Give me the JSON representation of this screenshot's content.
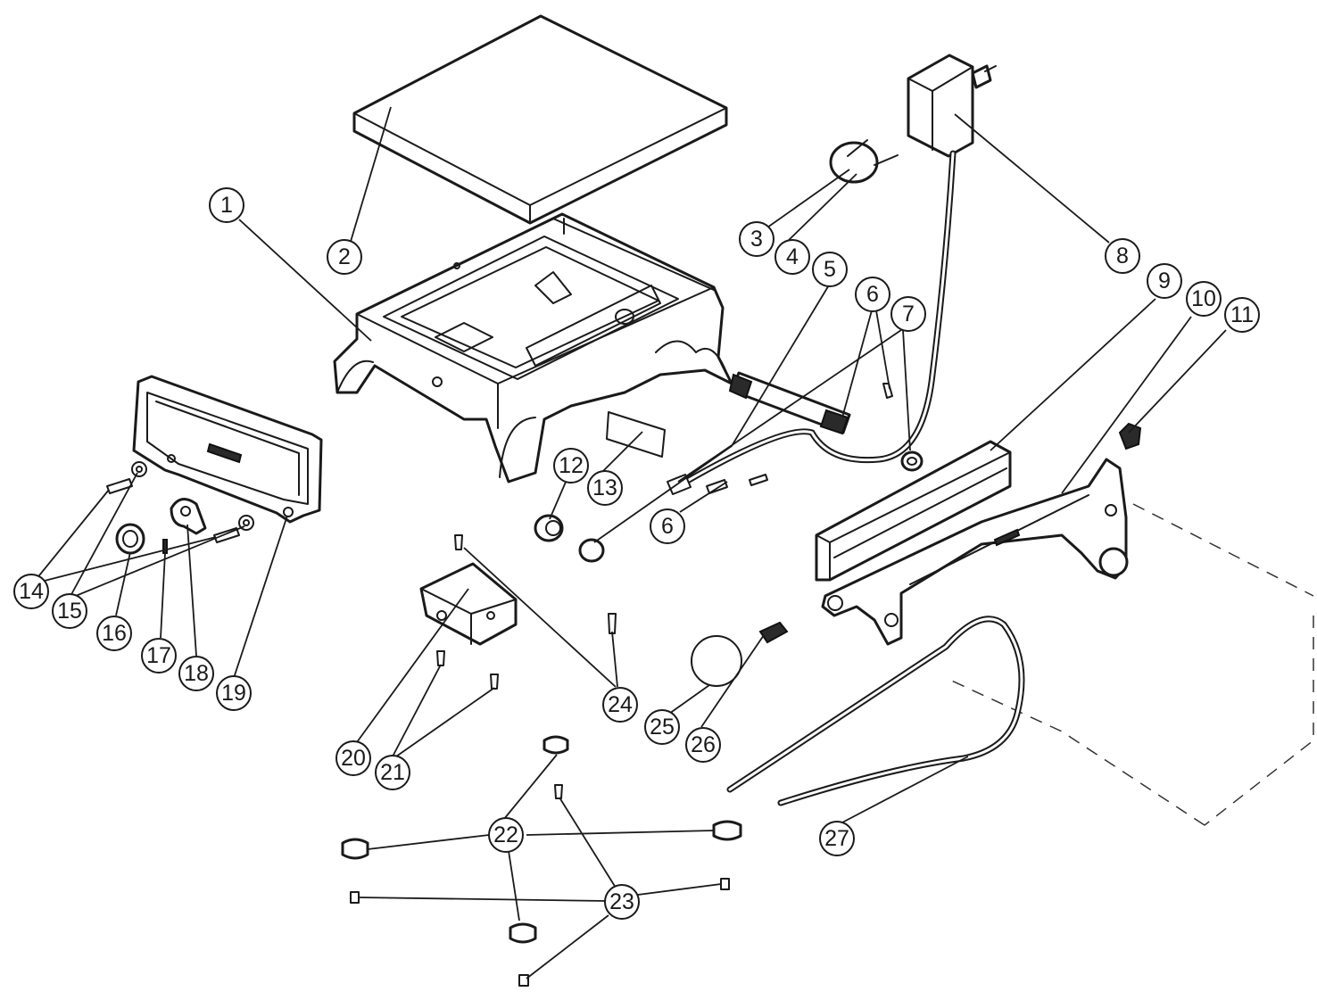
{
  "diagram": {
    "type": "exploded-parts-view",
    "part_numbers": [
      "1",
      "2",
      "3",
      "4",
      "5",
      "6",
      "7",
      "8",
      "9",
      "10",
      "11",
      "12",
      "13",
      "14",
      "15",
      "16",
      "17",
      "18",
      "19",
      "20",
      "21",
      "22",
      "23",
      "24",
      "25",
      "26",
      "27"
    ],
    "callouts": [
      {
        "id": "c1",
        "label": "1"
      },
      {
        "id": "c2",
        "label": "2"
      },
      {
        "id": "c3",
        "label": "3"
      },
      {
        "id": "c4",
        "label": "4"
      },
      {
        "id": "c5",
        "label": "5"
      },
      {
        "id": "c6a",
        "label": "6"
      },
      {
        "id": "c6b",
        "label": "6"
      },
      {
        "id": "c7",
        "label": "7"
      },
      {
        "id": "c8",
        "label": "8"
      },
      {
        "id": "c9",
        "label": "9"
      },
      {
        "id": "c10",
        "label": "10"
      },
      {
        "id": "c11",
        "label": "11"
      },
      {
        "id": "c12",
        "label": "12"
      },
      {
        "id": "c13",
        "label": "13"
      },
      {
        "id": "c14",
        "label": "14"
      },
      {
        "id": "c15",
        "label": "15"
      },
      {
        "id": "c16",
        "label": "16"
      },
      {
        "id": "c17",
        "label": "17"
      },
      {
        "id": "c18",
        "label": "18"
      },
      {
        "id": "c19",
        "label": "19"
      },
      {
        "id": "c20",
        "label": "20"
      },
      {
        "id": "c21",
        "label": "21"
      },
      {
        "id": "c22",
        "label": "22"
      },
      {
        "id": "c23",
        "label": "23"
      },
      {
        "id": "c24",
        "label": "24"
      },
      {
        "id": "c25",
        "label": "25"
      },
      {
        "id": "c26",
        "label": "26"
      },
      {
        "id": "c27",
        "label": "27"
      }
    ],
    "colors": {
      "line": "#1a1a1a",
      "background": "#ffffff"
    }
  }
}
